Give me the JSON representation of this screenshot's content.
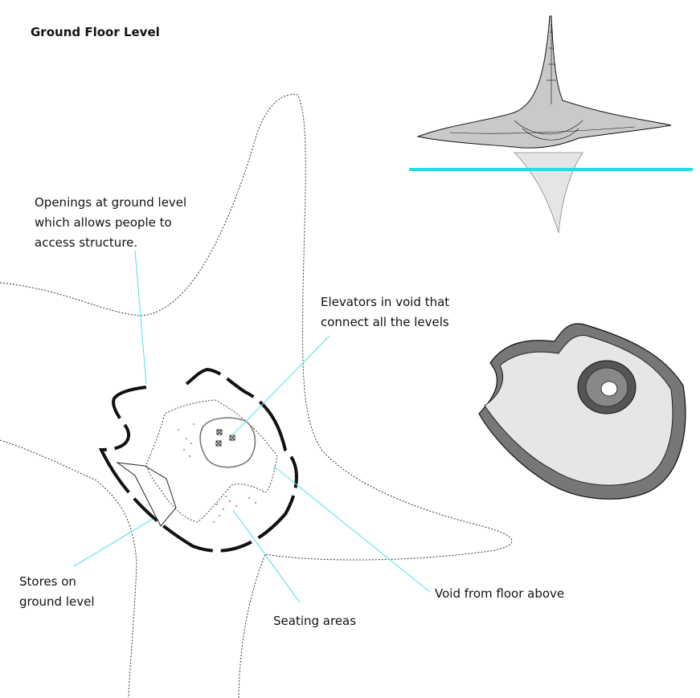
{
  "title": "Ground Floor Level",
  "annotations": {
    "openings": [
      "Openings at ground level",
      "which allows people to",
      "access structure."
    ],
    "elevators": [
      "Elevators in void that",
      "connect all the levels"
    ],
    "stores": [
      "Stores on",
      "ground level"
    ],
    "seating": [
      "Seating areas"
    ],
    "void": [
      "Void from floor above"
    ]
  },
  "colors": {
    "leader_line": "#5fe3ea",
    "section_line": "#1fe0e6",
    "outline": "#111111",
    "void_fill": "#e6e6e6"
  }
}
